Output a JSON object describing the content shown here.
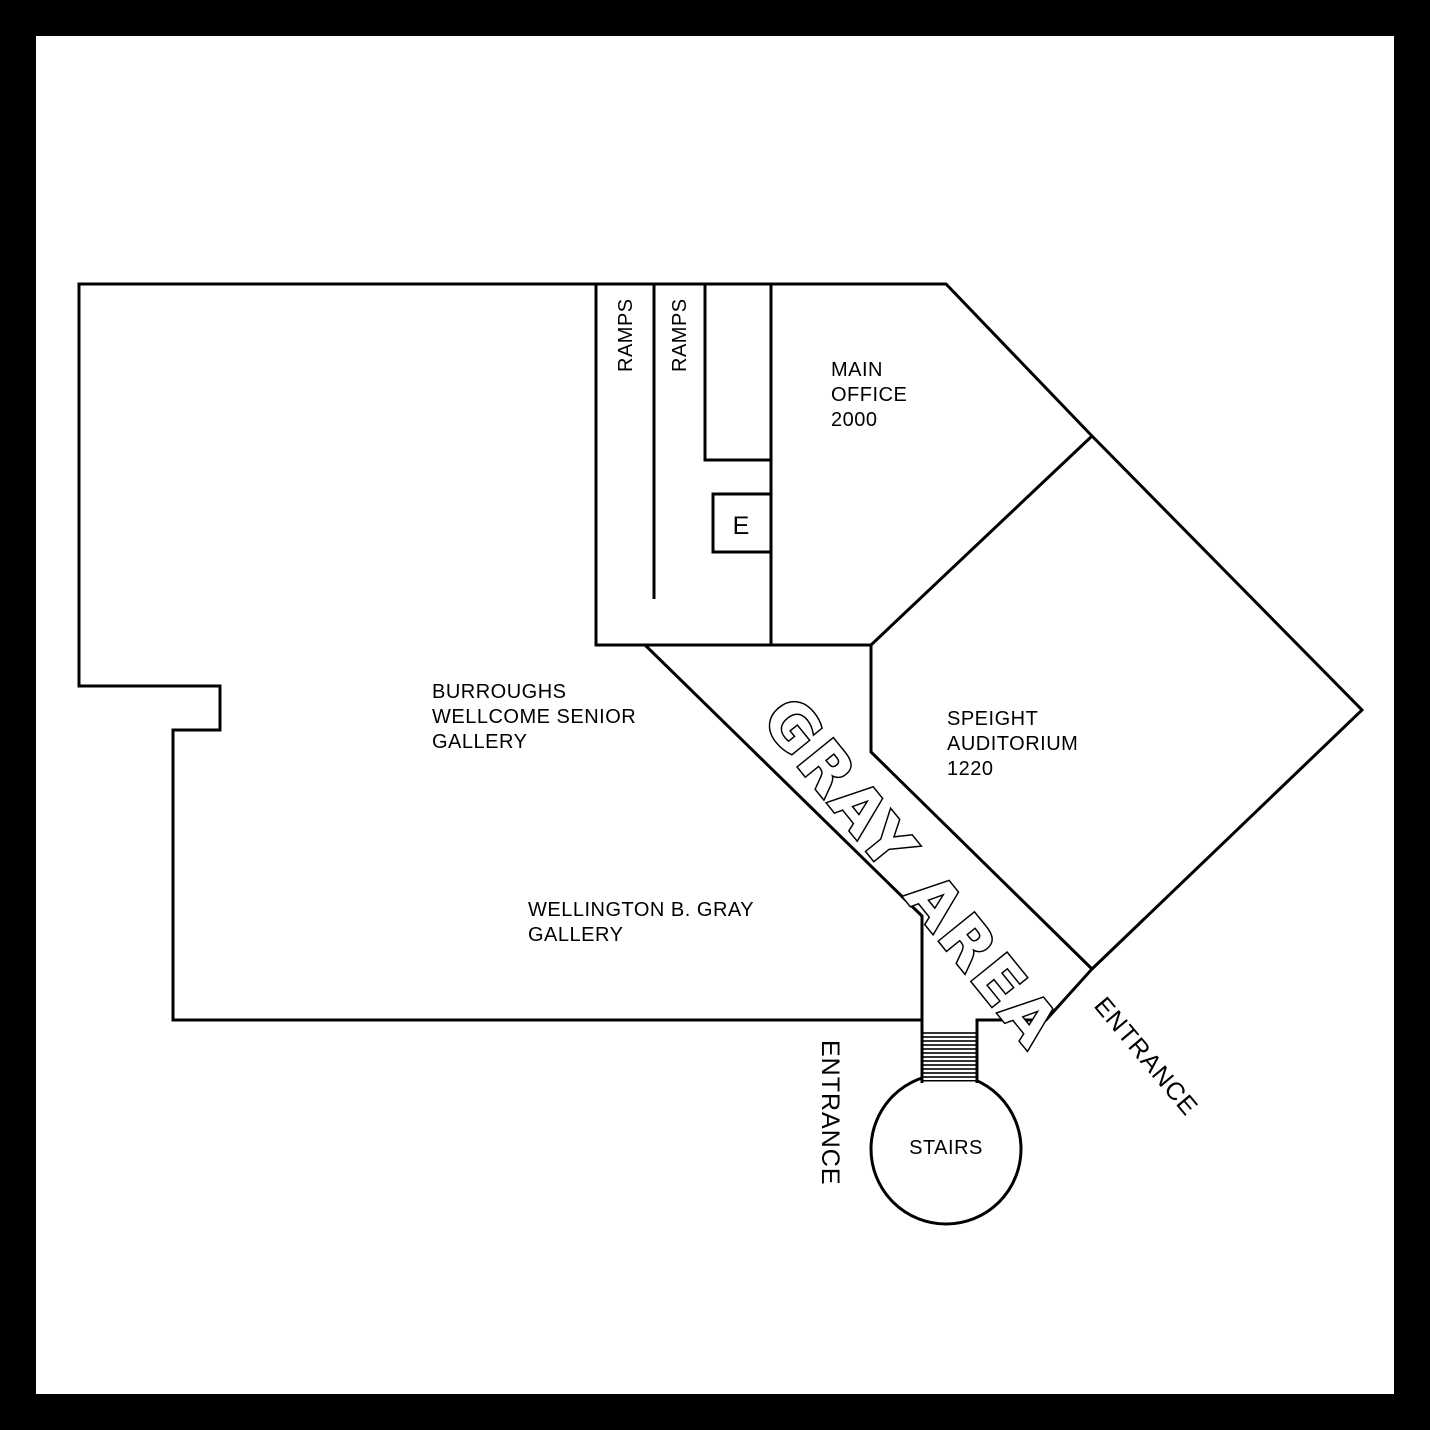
{
  "colors": {
    "frame": "#000000",
    "background": "#ffffff",
    "lines": "#000000",
    "gray_area_fill": "#333333"
  },
  "rooms": {
    "ramps_1": "RAMPS",
    "ramps_2": "RAMPS",
    "elevator": "E",
    "main_office": [
      "MAIN",
      "OFFICE",
      "2000"
    ],
    "burroughs_gallery": [
      "BURROUGHS",
      "WELLCOME SENIOR",
      "GALLERY"
    ],
    "speight_auditorium": [
      "SPEIGHT",
      "AUDITORIUM",
      "1220"
    ],
    "wellington_gallery": [
      "WELLINGTON B. GRAY",
      "GALLERY"
    ],
    "stairs": "STAIRS"
  },
  "gray_area": "GRAY AREA",
  "entrances": {
    "south": "ENTRANCE",
    "southeast": "ENTRANCE"
  }
}
